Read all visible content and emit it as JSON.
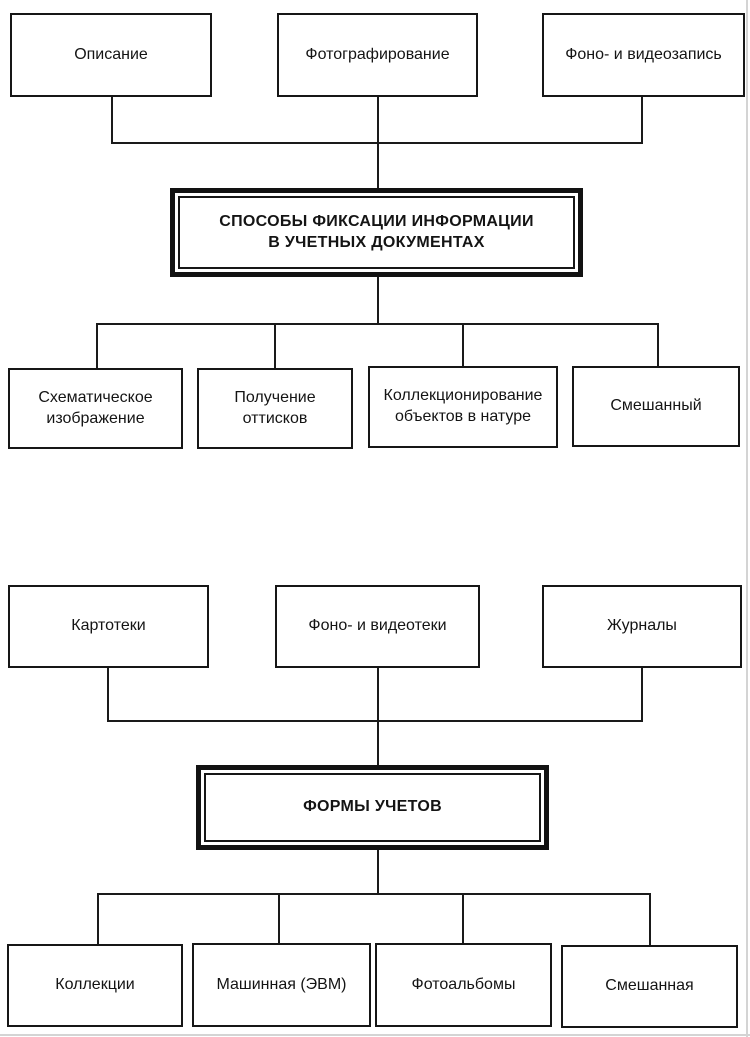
{
  "diagram1": {
    "sources": [
      "Описание",
      "Фотографирование",
      "Фоно- и видеозапись"
    ],
    "hub": "СПОСОБЫ ФИКСАЦИИ ИНФОРМАЦИИ\nВ УЧЕТНЫХ ДОКУМЕНТАХ",
    "children": [
      "Схематическое\nизображение",
      "Получение\nоттисков",
      "Коллекционирование\nобъектов в натуре",
      "Смешанный"
    ]
  },
  "diagram2": {
    "sources": [
      "Картотеки",
      "Фоно- и видеотеки",
      "Журналы"
    ],
    "hub": "ФОРМЫ УЧЕТОВ",
    "children": [
      "Коллекции",
      "Машинная (ЭВМ)",
      "Фотоальбомы",
      "Смешанная"
    ]
  },
  "colors": {
    "line": "#1a1a1a",
    "background": "#ffffff",
    "text": "#141414"
  }
}
